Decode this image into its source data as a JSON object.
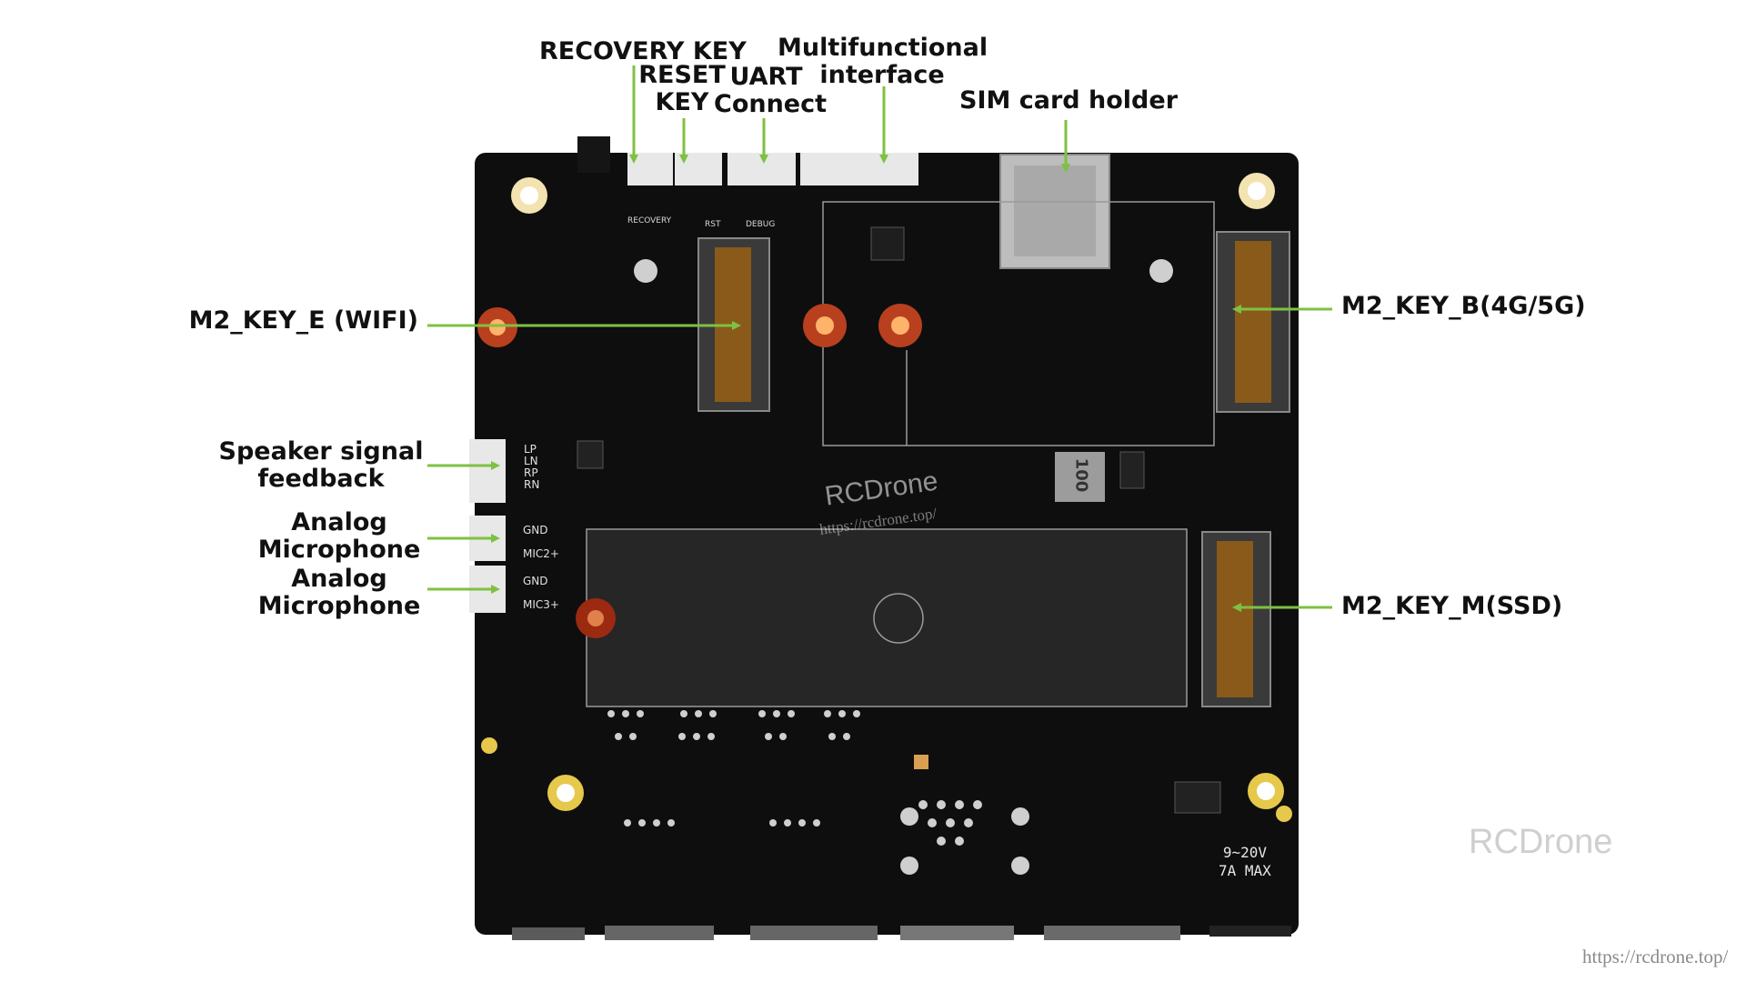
{
  "labels": {
    "recovery_key": "RECOVERY KEY",
    "reset_key_line1": "RESET",
    "reset_key_line2": "KEY",
    "uart_line1": "UART",
    "uart_line2": "Connect",
    "multi_line1": "Multifunctional",
    "multi_line2": "interface",
    "sim": "SIM card holder",
    "m2_e": "M2_KEY_E  (WIFI)",
    "m2_b": "M2_KEY_B(4G/5G)",
    "m2_m": "M2_KEY_M(SSD)",
    "speaker_line1": "Speaker signal",
    "speaker_line2": "feedback",
    "mic1_line1": "Analog",
    "mic1_line2": "Microphone",
    "mic2_line1": "Analog",
    "mic2_line2": "Microphone"
  },
  "silkscreen": {
    "recovery": "RECOVERY",
    "rst": "RST",
    "debug": "DEBUG",
    "sp": "LP\nLN\nRP\nRN",
    "mic1": "GND\n\nMIC2+",
    "mic2": "GND\n\nMIC3+",
    "inductor": "100",
    "power_line1": "9~20V",
    "power_line2": "7A MAX"
  },
  "watermark": {
    "board_brand": "RCDrone",
    "board_url": "https://rcdrone.top/",
    "brand": "RCDrone",
    "url": "https://rcdrone.top/"
  },
  "colors": {
    "board": "#0e0e0e",
    "callout_line": "#7ec142",
    "standoff": "#c8421c"
  }
}
